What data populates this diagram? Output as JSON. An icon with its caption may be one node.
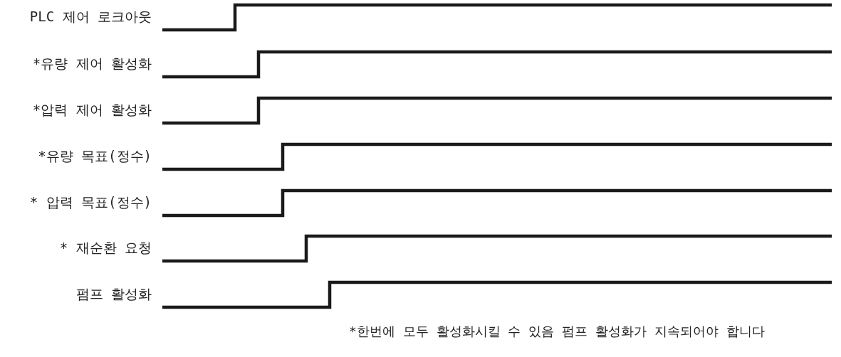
{
  "diagram": {
    "labels": [
      "PLC 제어 로크아웃",
      "*유량 제어 활성화",
      "*압력 제어 활성화",
      "*유량 목표(정수)",
      "* 압력 목표(정수)",
      "* 재순환 요청",
      "펌프 활성화",
      "*한번에 모두 활성화시킬 수 있음 펌프 활성화가 지속되어야 합니다"
    ]
  }
}
